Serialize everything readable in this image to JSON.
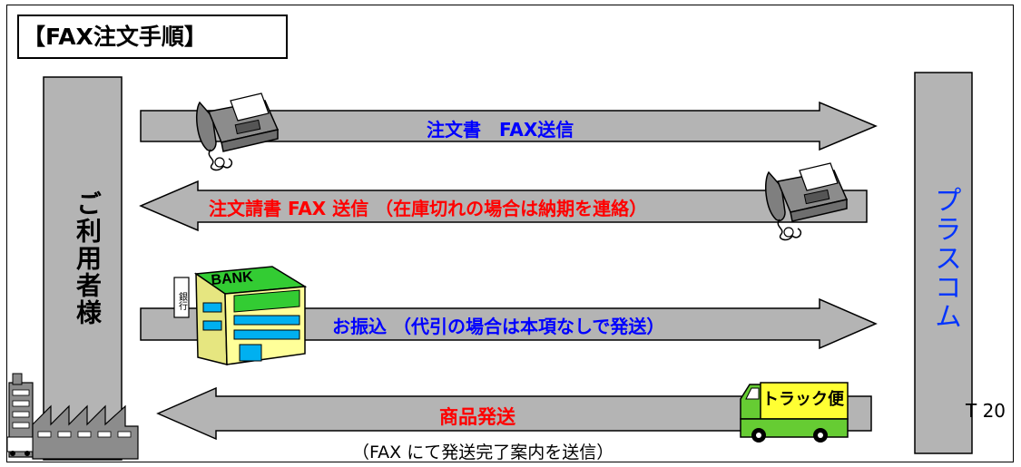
{
  "title": "【FAX注文手順】",
  "left_party": "ご利用者様",
  "right_party": "プラスコム",
  "flows": [
    {
      "label": "注文書　FAX送信",
      "direction": "right",
      "color": "#0000ff"
    },
    {
      "label": "注文請書 FAX 送信 （在庫切れの場合は納期を連絡）",
      "direction": "left",
      "color": "#ff0000"
    },
    {
      "label": "お振込 （代引の場合は本項なしで発送）",
      "direction": "right",
      "color": "#0000ff"
    },
    {
      "label": "商品発送",
      "direction": "left",
      "color": "#ff0000"
    }
  ],
  "shipping_note": "（FAX にて発送完了案内を送信）",
  "bank_sign": "BANK",
  "bank_side_sign": "銀行",
  "truck_sign": "トラック便",
  "side_fragment": "T 20",
  "colors": {
    "bar_fill": "#b4b4b4",
    "fax_body": "#7f7f7f",
    "bank_wall": "#ffff99",
    "bank_roof": "#33cc33",
    "bank_window": "#00b0f0",
    "truck_green": "#66cc33",
    "truck_box": "#ffff33"
  },
  "icons": [
    "fax-machine-icon",
    "fax-machine-icon",
    "bank-building-icon",
    "delivery-truck-icon",
    "factory-icon"
  ]
}
